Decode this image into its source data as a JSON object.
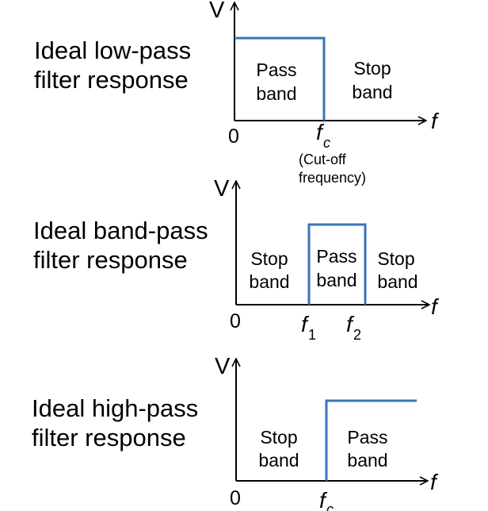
{
  "panels": [
    {
      "title_line1": "Ideal low-pass",
      "title_line2": "filter response",
      "y_axis_label": "V",
      "x_axis_label": "f",
      "origin_label": "0",
      "regions": [
        {
          "line1": "Pass",
          "line2": "band"
        },
        {
          "line1": "Stop",
          "line2": "band"
        }
      ],
      "cutoff": {
        "symbol": "f",
        "subscript": "c",
        "note_line1": "(Cut-off",
        "note_line2": "frequency)"
      }
    },
    {
      "title_line1": "Ideal band-pass",
      "title_line2": "filter response",
      "y_axis_label": "V",
      "x_axis_label": "f",
      "origin_label": "0",
      "regions": [
        {
          "line1": "Stop",
          "line2": "band"
        },
        {
          "line1": "Pass",
          "line2": "band"
        },
        {
          "line1": "Stop",
          "line2": "band"
        }
      ],
      "cutoff_low": {
        "symbol": "f",
        "subscript": "1"
      },
      "cutoff_high": {
        "symbol": "f",
        "subscript": "2"
      }
    },
    {
      "title_line1": "Ideal high-pass",
      "title_line2": "filter response",
      "y_axis_label": "V",
      "x_axis_label": "f",
      "origin_label": "0",
      "regions": [
        {
          "line1": "Stop",
          "line2": "band"
        },
        {
          "line1": "Pass",
          "line2": "band"
        }
      ],
      "cutoff": {
        "symbol": "f",
        "subscript": "c"
      }
    }
  ],
  "colors": {
    "response_line": "#3a73b8",
    "axis": "#000000"
  }
}
